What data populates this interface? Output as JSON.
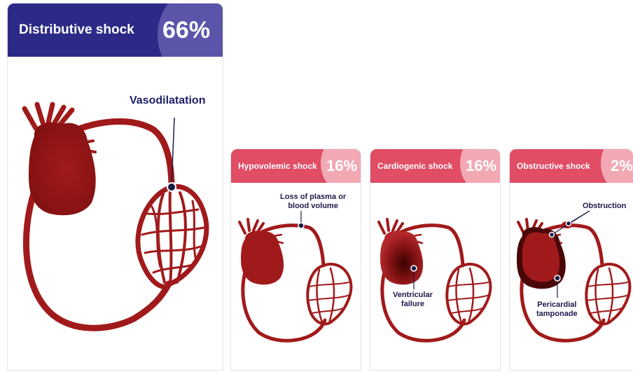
{
  "colors": {
    "distributive_header": "#2c2a86",
    "distributive_bubble": "#5a55a8",
    "small_header": "#e04d64",
    "small_bubble": "#f2a9b4",
    "vessel": "#a11a1b",
    "heart_dark": "#7d0f10",
    "marker": "#1b1b4a"
  },
  "cards": [
    {
      "id": "distributive",
      "title": "Distributive shock",
      "percent": "66%",
      "labels": [
        "Vasodilatation"
      ]
    },
    {
      "id": "hypovolemic",
      "title": "Hypovolemic shock",
      "percent": "16%",
      "labels": [
        "Loss of plasma or",
        "blood volume"
      ]
    },
    {
      "id": "cardiogenic",
      "title": "Cardiogenic shock",
      "percent": "16%",
      "labels": [
        "Ventricular",
        "failure"
      ]
    },
    {
      "id": "obstructive",
      "title": "Obstructive shock",
      "percent": "2%",
      "labels": [
        "Obstruction",
        "Pericardial",
        "tamponade"
      ]
    }
  ]
}
